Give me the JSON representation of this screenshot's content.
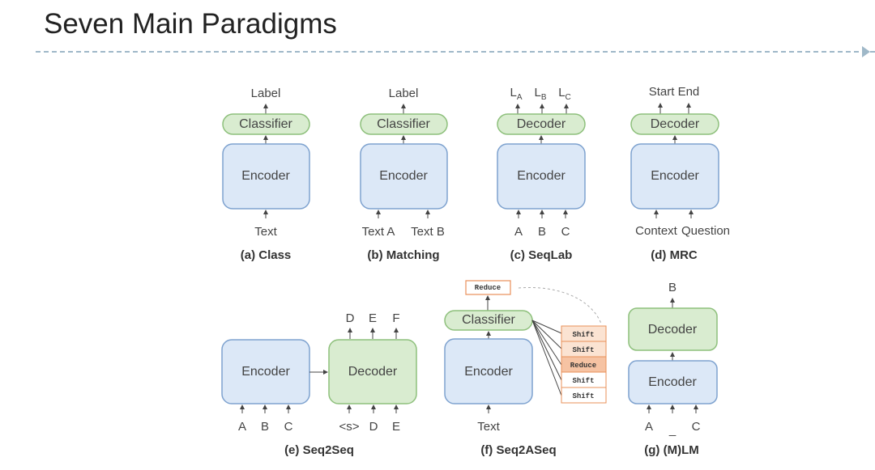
{
  "title": "Seven Main Paradigms",
  "panels": {
    "a": {
      "caption": "(a) Class",
      "top_label": "Label",
      "head": "Classifier",
      "body": "Encoder",
      "input": "Text"
    },
    "b": {
      "caption": "(b) Matching",
      "top_label": "Label",
      "head": "Classifier",
      "body": "Encoder",
      "input_1": "Text A",
      "input_2": "Text B"
    },
    "c": {
      "caption": "(c) SeqLab",
      "outputs": [
        "L",
        "L",
        "L"
      ],
      "output_subs": [
        "A",
        "B",
        "C"
      ],
      "head": "Decoder",
      "body": "Encoder",
      "inputs": [
        "A",
        "B",
        "C"
      ]
    },
    "d": {
      "caption": "(d) MRC",
      "top_label": "Start End",
      "head": "Decoder",
      "body": "Encoder",
      "input_1": "Context",
      "input_2": "Question"
    },
    "e": {
      "caption": "(e) Seq2Seq",
      "encoder": "Encoder",
      "decoder": "Decoder",
      "inputs": [
        "A",
        "B",
        "C"
      ],
      "dec_outputs": [
        "D",
        "E",
        "F"
      ],
      "dec_inputs": [
        "<s>",
        "D",
        "E"
      ]
    },
    "f": {
      "caption": "(f) Seq2ASeq",
      "head": "Classifier",
      "body": "Encoder",
      "input": "Text",
      "action_top": "Reduce",
      "actions": [
        "Shift",
        "Shift",
        "Reduce",
        "Shift",
        "Shift"
      ]
    },
    "g": {
      "caption": "(g) (M)LM",
      "top_label": "B",
      "decoder": "Decoder",
      "encoder": "Encoder",
      "inputs": [
        "A",
        "_",
        "C"
      ]
    }
  }
}
